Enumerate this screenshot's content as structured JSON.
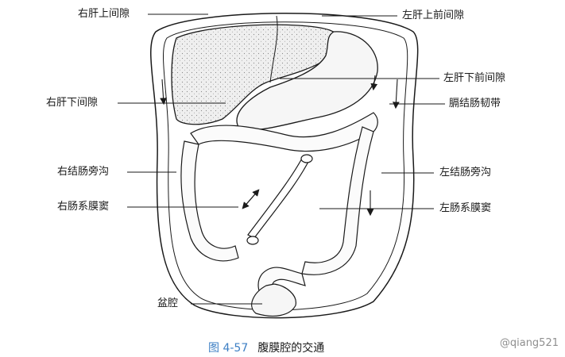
{
  "labels": {
    "right_suprahepatic": "右肝上间隙",
    "left_anterior_suprahepatic": "左肝上前间隙",
    "left_anterior_infrahepatic": "左肝下前间隙",
    "right_infrahepatic": "右肝下间隙",
    "phrenicocolic_ligament": "膈结肠韧带",
    "right_paracolic_gutter": "右结肠旁沟",
    "left_paracolic_gutter": "左结肠旁沟",
    "right_mesenteric_sinus": "右肠系膜窦",
    "left_mesenteric_sinus": "左肠系膜窦",
    "pelvic_cavity": "盆腔"
  },
  "caption": {
    "number": "图 4-57",
    "title": "腹膜腔的交通"
  },
  "watermark": "@qiang521",
  "colors": {
    "caption_blue": "#1f5fa8",
    "line": "#1a1a1a",
    "liver_fill": "#e9e9e9"
  }
}
